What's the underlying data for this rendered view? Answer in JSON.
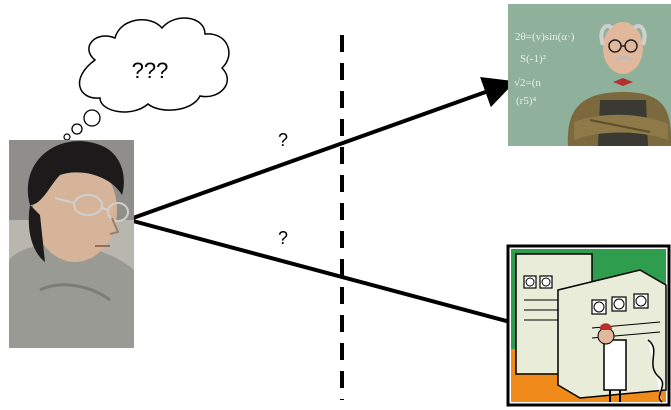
{
  "thought_bubble": {
    "text": "???"
  },
  "edges": [
    {
      "label": "?",
      "from": "person",
      "to": "professor"
    },
    {
      "label": "?",
      "from": "person",
      "to": "computer"
    }
  ],
  "nodes": {
    "person": {
      "kind": "photo"
    },
    "professor": {
      "kind": "photo"
    },
    "computer": {
      "kind": "clipart"
    }
  },
  "colors": {
    "line": "#000000",
    "chalkboard": "#8fb09a",
    "computer_background": "#2e9e4e",
    "computer_floor": "#f08a1a"
  }
}
